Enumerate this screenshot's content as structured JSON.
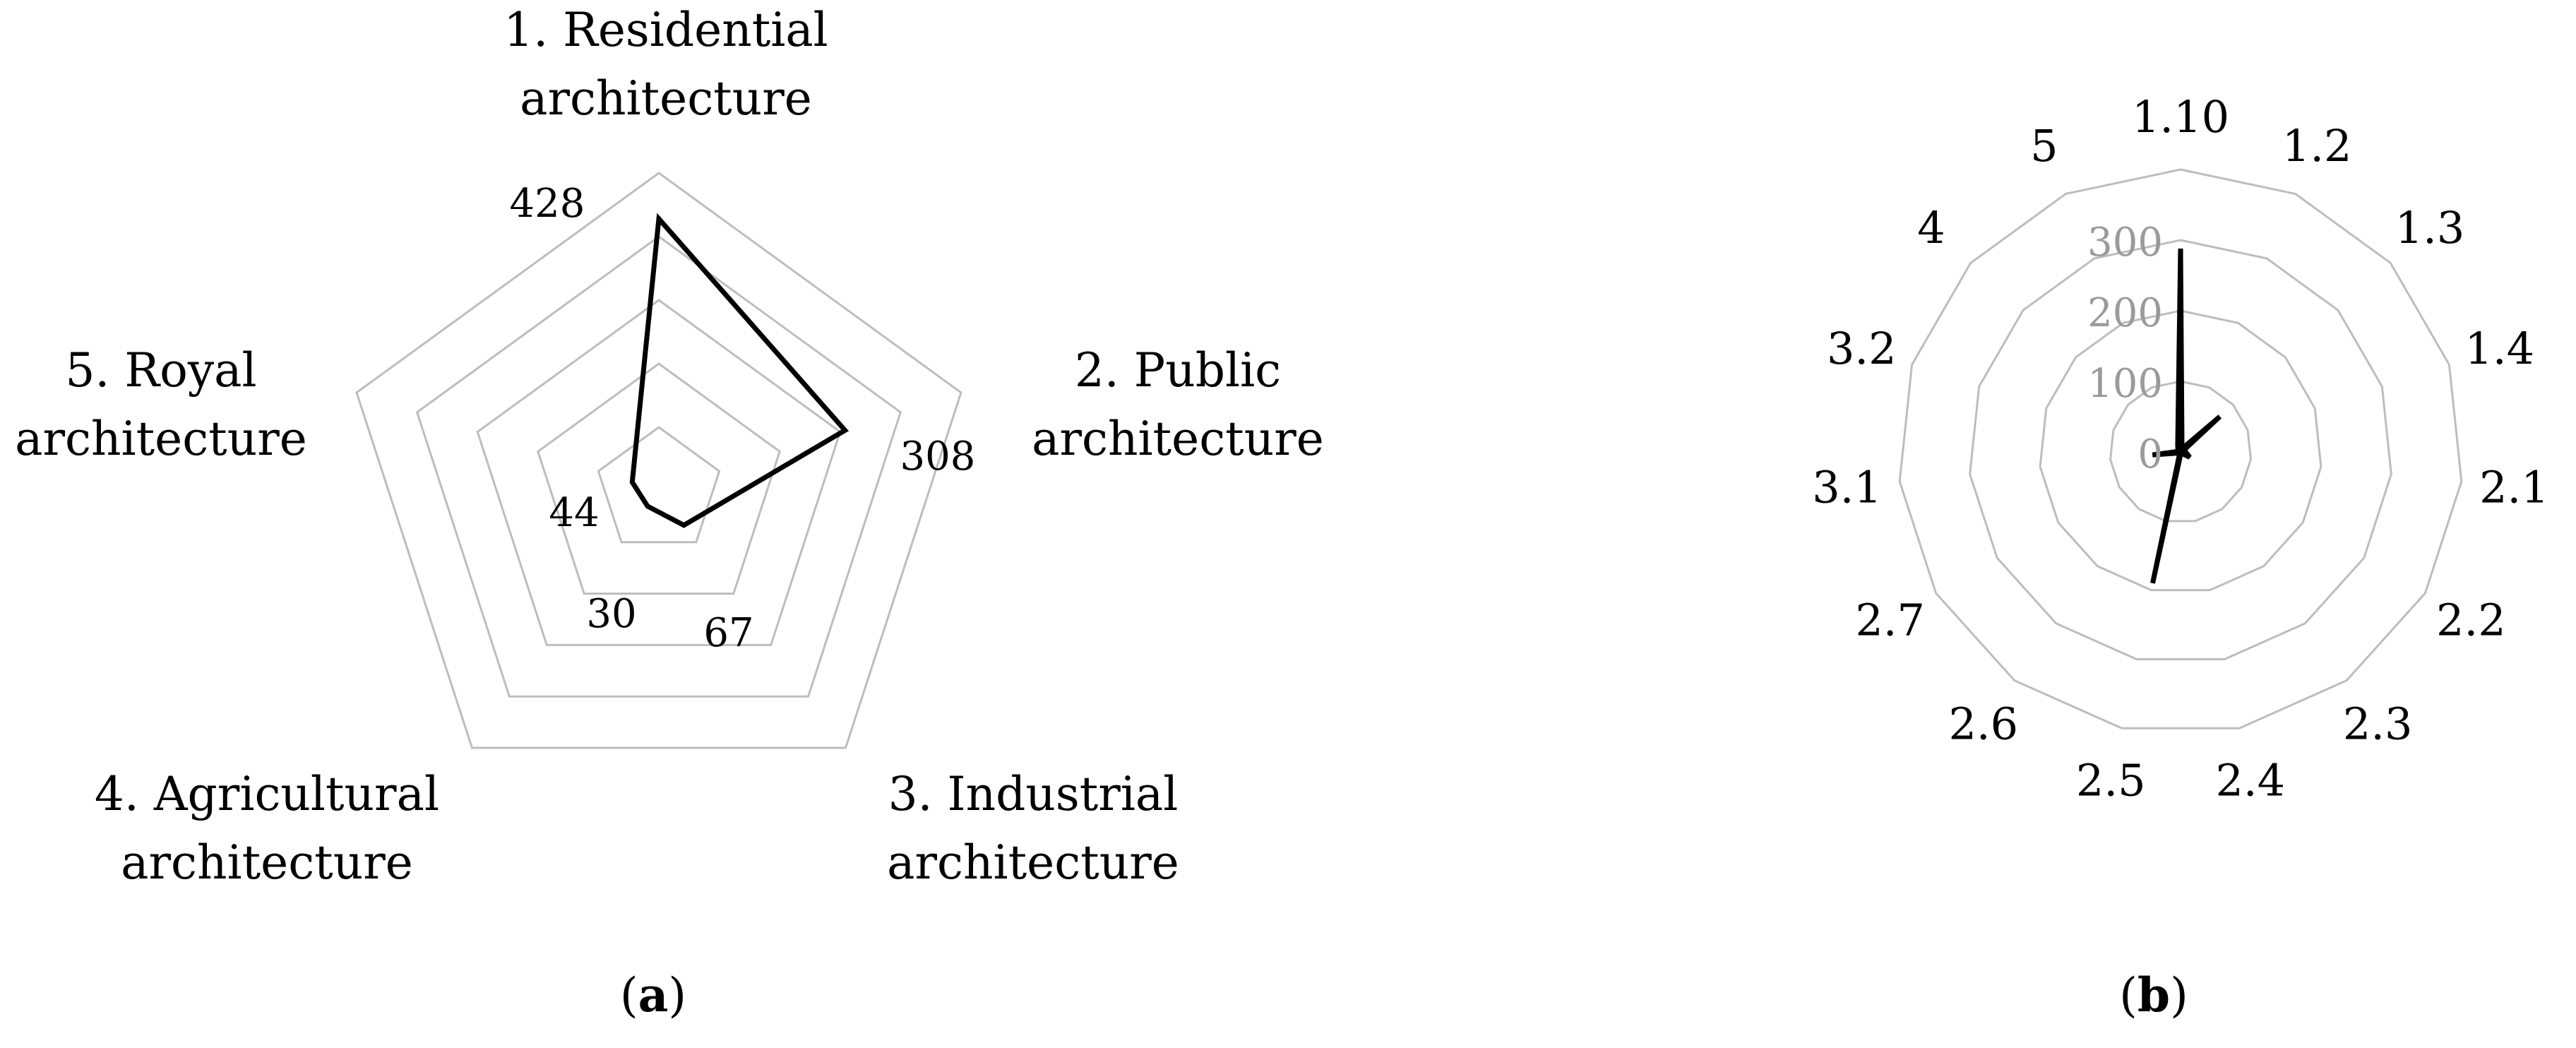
{
  "colors": {
    "grid": "#bdbdbd",
    "series": "#000000",
    "tick_text": "#9a9a9a"
  },
  "chart_data": [
    {
      "type": "radar",
      "caption_letter": "a",
      "categories": [
        [
          "1. Residential",
          "architecture"
        ],
        [
          "2. Public",
          "architecture"
        ],
        [
          "3. Industrial",
          "architecture"
        ],
        [
          "4. Agricultural",
          "architecture"
        ],
        [
          "5. Royal",
          "architecture"
        ]
      ],
      "values": [
        428,
        308,
        67,
        30,
        44
      ],
      "value_labels": [
        "428",
        "308",
        "67",
        "30",
        "44"
      ],
      "range": [
        0,
        500
      ],
      "rings": 5,
      "show_tick_labels": false
    },
    {
      "type": "radar",
      "caption_letter": "b",
      "categories": [
        "1.10",
        "1.2",
        "1.3",
        "1.4",
        "2.1",
        "2.2",
        "2.3",
        "2.4",
        "2.5",
        "2.6",
        "2.7",
        "3.1",
        "3.2",
        "4",
        "5"
      ],
      "values": [
        288,
        5,
        75,
        3,
        8,
        15,
        2,
        2,
        190,
        2,
        3,
        40,
        3,
        5,
        10
      ],
      "range": [
        0,
        400
      ],
      "rings": 4,
      "tick_labels": [
        "0",
        "100",
        "200",
        "300"
      ]
    }
  ]
}
